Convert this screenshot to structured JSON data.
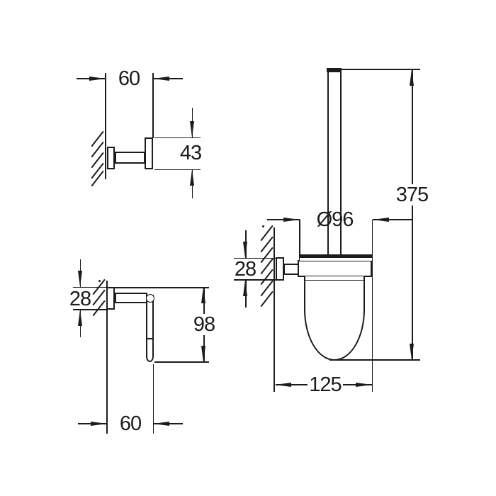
{
  "colors": {
    "line": "#1c1c1c",
    "background": "#ffffff"
  },
  "views": {
    "hook": {
      "label_width": "60",
      "label_height": "43"
    },
    "paper_holder": {
      "label_mount": "28",
      "label_drop": "98",
      "label_depth": "60"
    },
    "toilet_brush": {
      "label_height": "375",
      "label_diameter": "Ø96",
      "label_mount": "28",
      "label_width": "125"
    }
  }
}
